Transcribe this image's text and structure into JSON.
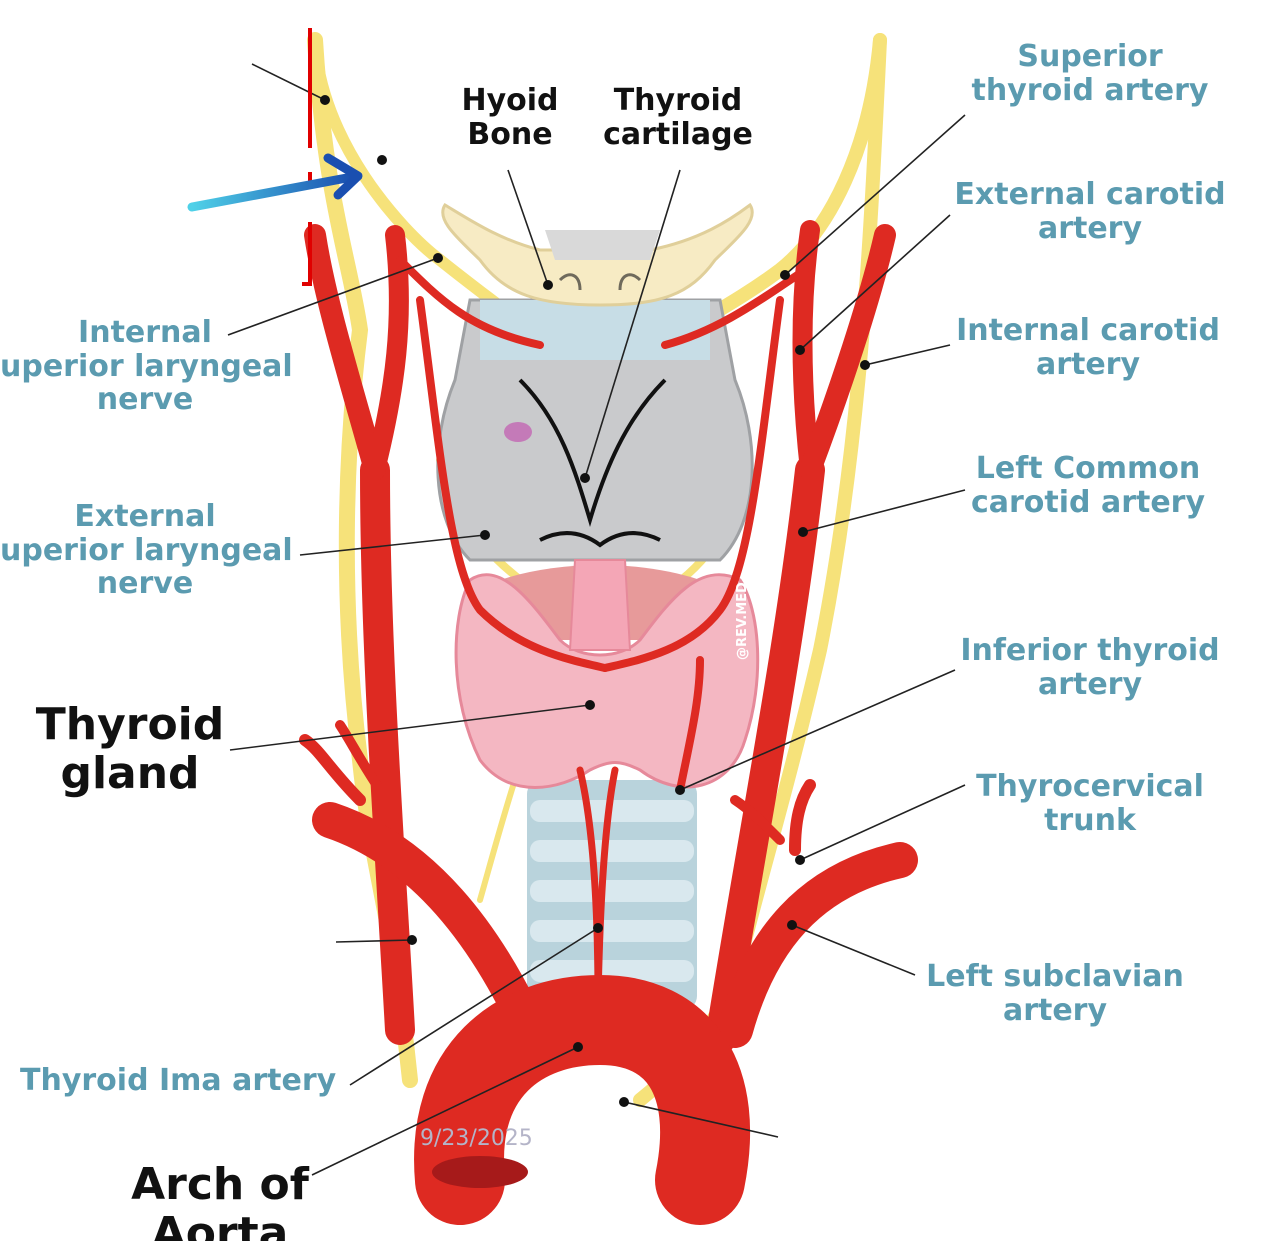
{
  "labels": {
    "hyoid_bone": [
      "Hyoid",
      "Bone"
    ],
    "thyroid_cartilage": [
      "Thyroid",
      "cartilage"
    ],
    "superior_thyroid_artery": [
      "Superior",
      "thyroid artery"
    ],
    "external_carotid_artery": [
      "External carotid",
      "artery"
    ],
    "internal_carotid_artery": [
      "Internal carotid",
      "artery"
    ],
    "left_common_carotid_artery": [
      "Left Common",
      "carotid artery"
    ],
    "inferior_thyroid_artery": [
      "Inferior thyroid",
      "artery"
    ],
    "thyrocervical_trunk": [
      "Thyrocervical",
      "trunk"
    ],
    "left_subclavian_artery": [
      "Left subclavian",
      "artery"
    ],
    "internal_superior_laryngeal_nerve": [
      "Internal",
      "uperior laryngeal",
      "nerve"
    ],
    "external_superior_laryngeal_nerve": [
      "External",
      "uperior laryngeal",
      "nerve"
    ],
    "thyroid_gland": [
      "Thyroid",
      "gland"
    ],
    "thyroid_ima_artery": "Thyroid Ima artery",
    "arch_of_aorta": [
      "Arch of",
      "Aorta"
    ]
  },
  "watermark": "@REV.MED",
  "date": "9/23/2025",
  "colors": {
    "artery": "#de2a22",
    "nerve": "#f6e27a",
    "label_blue": "#5b9bb0",
    "thyroid": "#f4b7c2",
    "cartilage": "#c9cacc",
    "trachea": "#b9d3dc",
    "hyoid": "#f7ebc4",
    "pointer_arrow": "#2a78c8",
    "marker": "#e00000"
  }
}
